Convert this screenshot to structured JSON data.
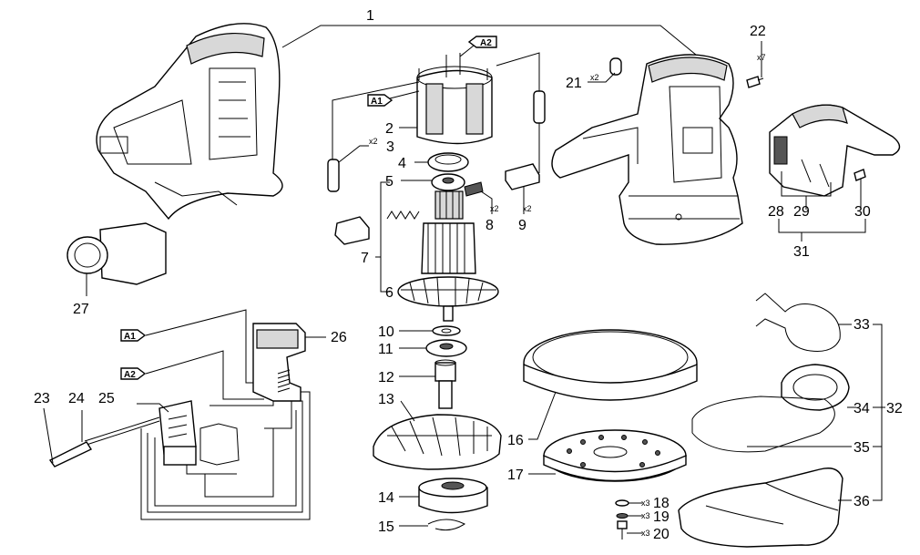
{
  "callouts": {
    "c1": "1",
    "c2": "2",
    "c3": "3",
    "c4": "4",
    "c5": "5",
    "c6": "6",
    "c7": "7",
    "c8": "8",
    "c9": "9",
    "c10": "10",
    "c11": "11",
    "c12": "12",
    "c13": "13",
    "c14": "14",
    "c15": "15",
    "c16": "16",
    "c17": "17",
    "c18": "18",
    "c19": "19",
    "c20": "20",
    "c21": "21",
    "c22": "22",
    "c23": "23",
    "c24": "24",
    "c25": "25",
    "c26": "26",
    "c27": "27",
    "c28": "28",
    "c29": "29",
    "c30": "30",
    "c31": "31",
    "c32": "32",
    "c33": "33",
    "c34": "34",
    "c35": "35",
    "c36": "36"
  },
  "quantities": {
    "q3": "x2",
    "q8": "x2",
    "q9": "x2",
    "q21": "x2",
    "q22": "x7",
    "q18": "x3",
    "q19": "x3",
    "q20": "x3"
  },
  "tags": {
    "a1_top": "A1",
    "a2_top": "A2",
    "a1_wiring": "A1",
    "a2_wiring": "A2"
  }
}
